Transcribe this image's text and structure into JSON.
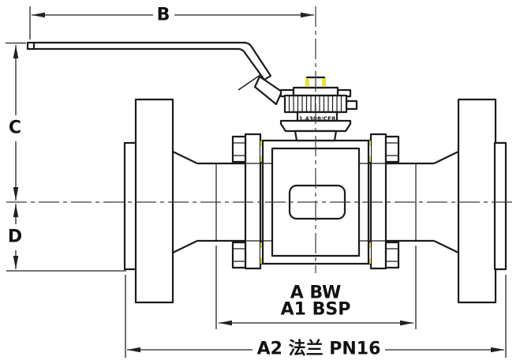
{
  "colors": {
    "background": "#ffffff",
    "line": "#1b1b1b",
    "dimension_line": "#222222",
    "highlight_yellow": "#e9e434"
  },
  "labels": {
    "dim_b": "B",
    "dim_c": "C",
    "dim_d": "D",
    "dim_a_bw": "A BW",
    "dim_a1_bsp": "A1 BSP",
    "dim_a2_flange": "A2 法兰 PN16",
    "material_marking": "1.4308/CF8"
  }
}
